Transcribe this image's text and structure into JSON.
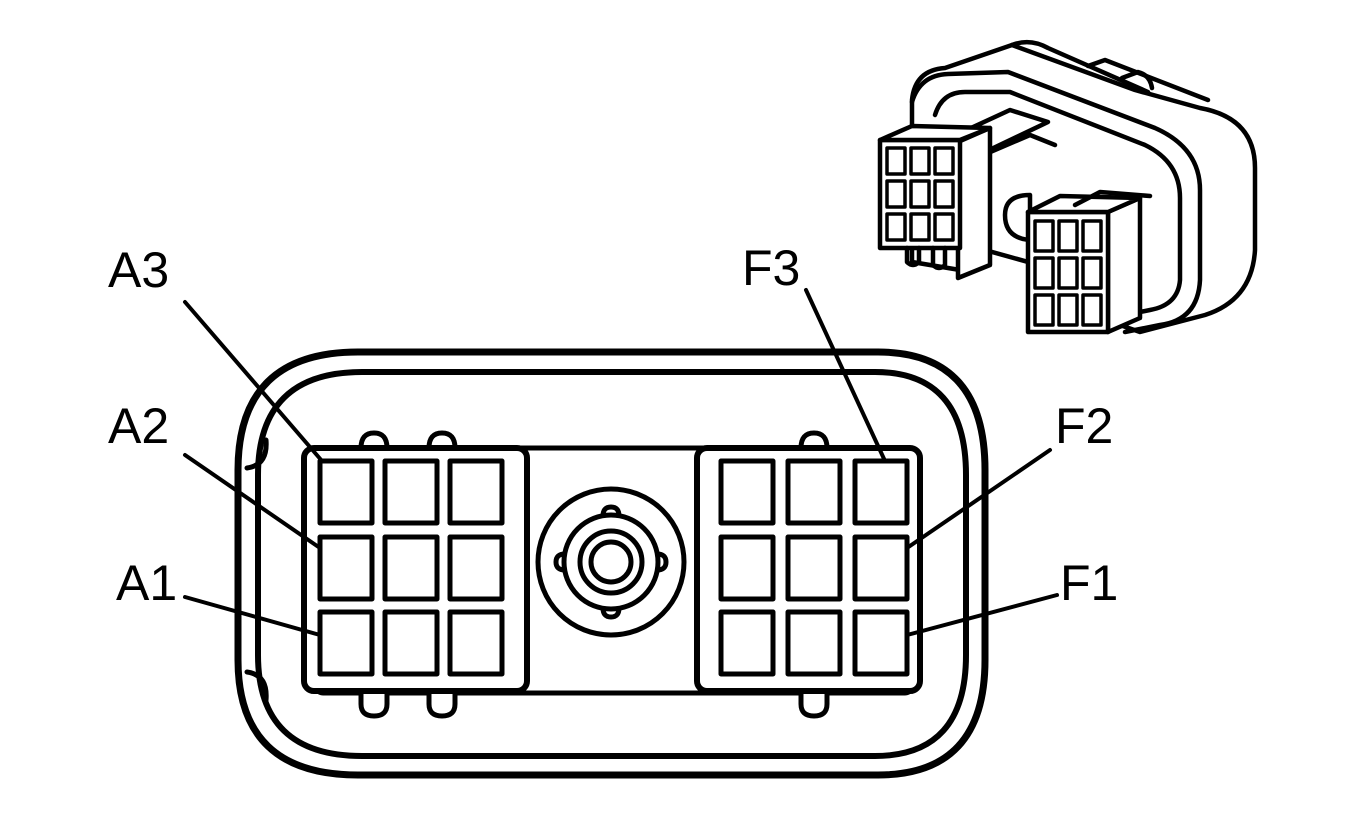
{
  "labels": {
    "a3": "A3",
    "a2": "A2",
    "a1": "A1",
    "f3": "F3",
    "f2": "F2",
    "f1": "F1"
  },
  "colors": {
    "line": "#000000",
    "background": "#ffffff"
  }
}
